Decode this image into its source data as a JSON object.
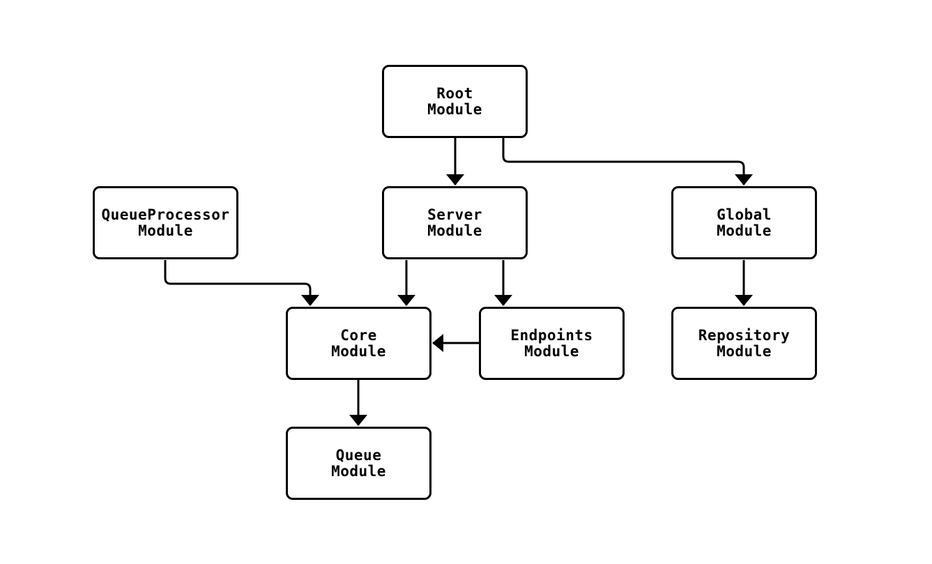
{
  "diagram": {
    "type": "flowchart",
    "orientation": "top-down",
    "background_color": "#ffffff",
    "node_fill_color": "#ffffff",
    "node_border_color": "#000000",
    "edge_color": "#000000",
    "text_color": "#000000",
    "nodes": [
      {
        "id": "root",
        "label": "Root\nModule"
      },
      {
        "id": "queue-processor",
        "label": "QueueProcessor\nModule"
      },
      {
        "id": "server",
        "label": "Server\nModule"
      },
      {
        "id": "global",
        "label": "Global\nModule"
      },
      {
        "id": "core",
        "label": "Core\nModule"
      },
      {
        "id": "endpoints",
        "label": "Endpoints\nModule"
      },
      {
        "id": "repository",
        "label": "Repository\nModule"
      },
      {
        "id": "queue",
        "label": "Queue\nModule"
      }
    ],
    "edges": [
      {
        "from": "root",
        "to": "server"
      },
      {
        "from": "root",
        "to": "global"
      },
      {
        "from": "queue-processor",
        "to": "core"
      },
      {
        "from": "server",
        "to": "core"
      },
      {
        "from": "server",
        "to": "endpoints"
      },
      {
        "from": "endpoints",
        "to": "core"
      },
      {
        "from": "global",
        "to": "repository"
      },
      {
        "from": "core",
        "to": "queue"
      }
    ]
  }
}
